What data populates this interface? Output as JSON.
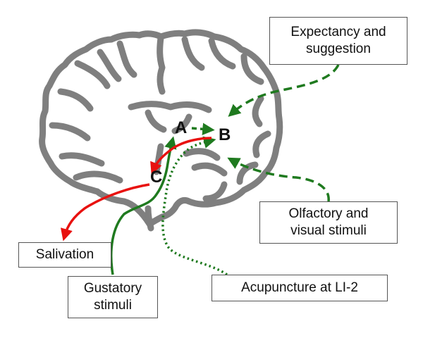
{
  "boxes": {
    "expectancy": {
      "line1": "Expectancy and",
      "line2": "suggestion"
    },
    "olfactory": {
      "line1": "Olfactory and",
      "line2": "visual stimuli"
    },
    "salivation": {
      "line1": "Salivation"
    },
    "gustatory": {
      "line1": "Gustatory",
      "line2": "stimuli"
    },
    "acupuncture": {
      "line1": "Acupuncture at LI-2"
    }
  },
  "nodes": {
    "a": "A",
    "b": "B",
    "c": "C"
  },
  "colors": {
    "brain": "#7f7f7f",
    "green": "#1f7a1f",
    "red": "#e8110f",
    "border": "#555555"
  }
}
